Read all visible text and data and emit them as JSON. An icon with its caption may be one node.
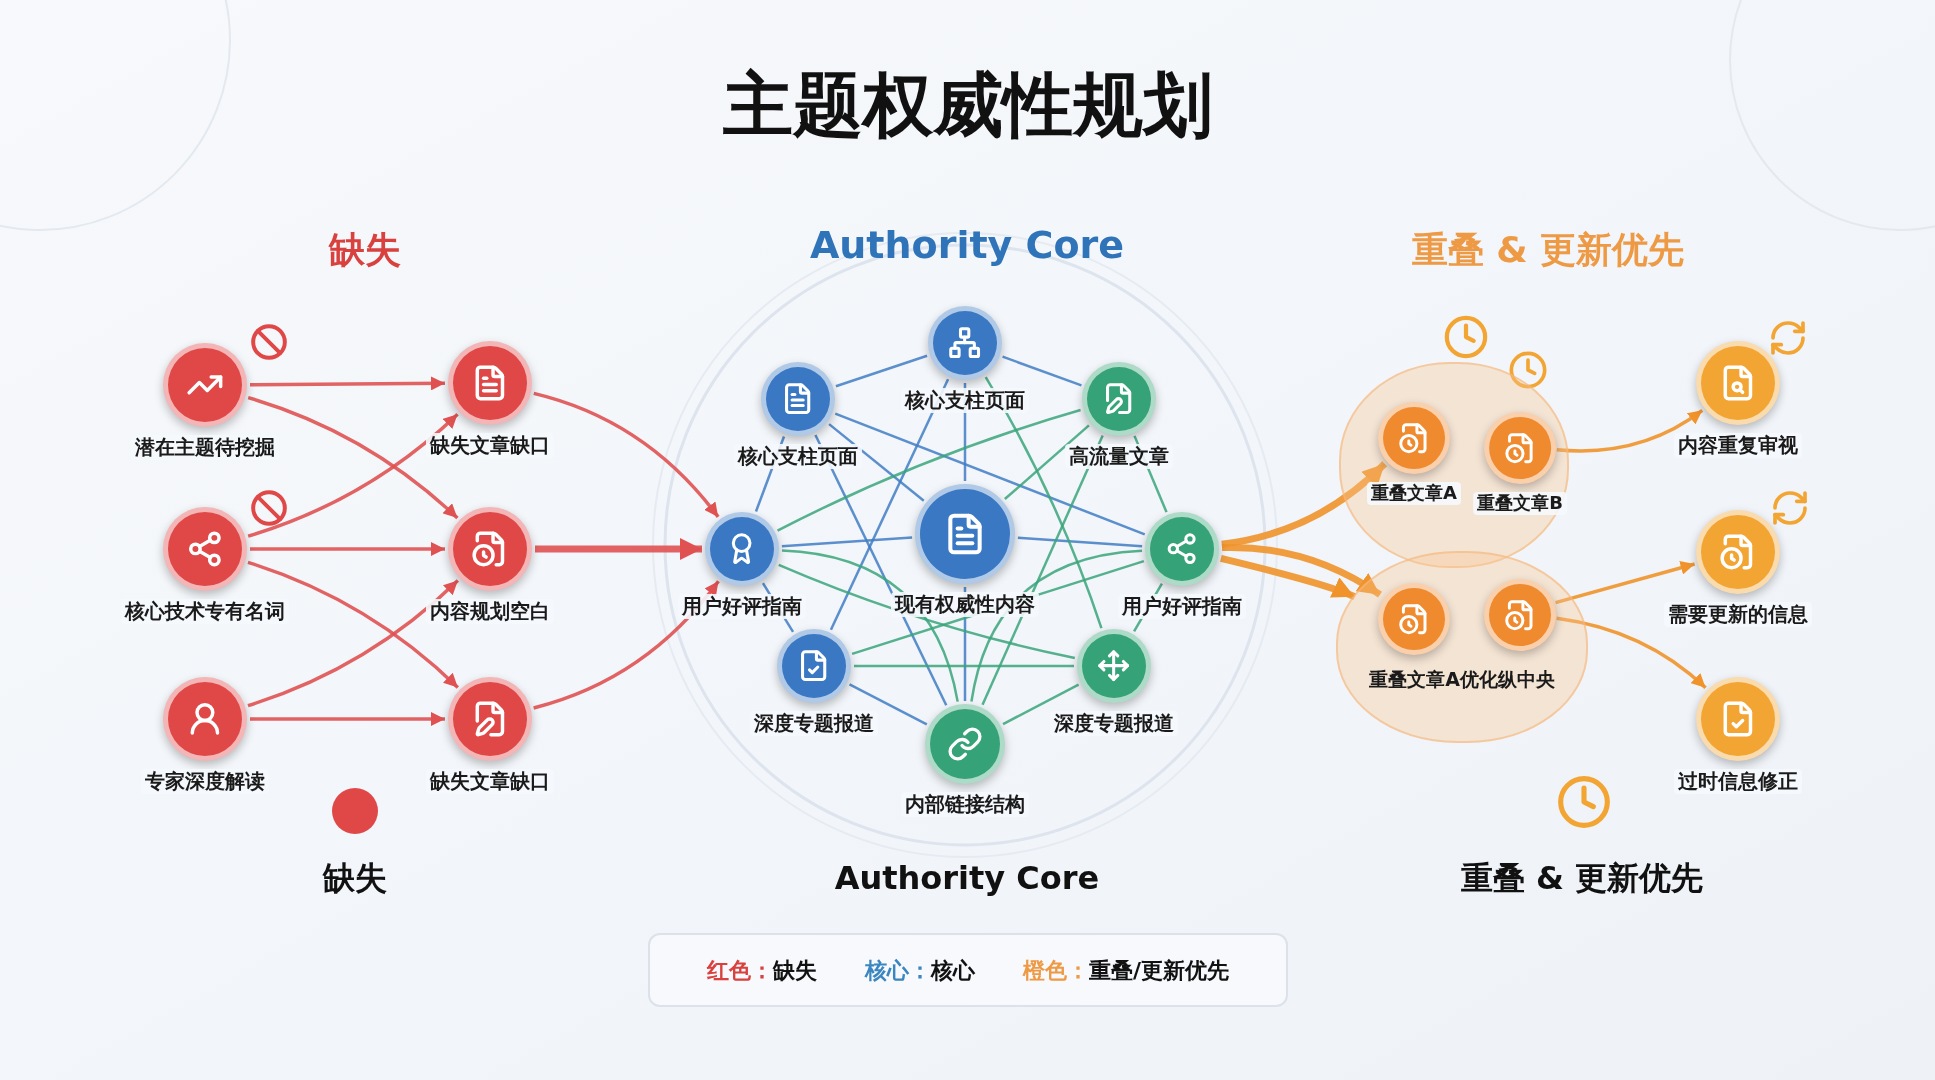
{
  "diagram": {
    "title": "主题权威性规划",
    "nodes": [
      {
        "text": [
          "潜在主题待挖掘"
        ]
      },
      {
        "text": [
          "核心技术专有名词"
        ]
      },
      {
        "text": [
          "专家深度解读"
        ]
      },
      {
        "text": [
          "缺失文章缺口"
        ]
      },
      {
        "text": [
          "内容规划空白"
        ]
      },
      {
        "text": [
          "缺失文章缺口"
        ]
      },
      {
        "text": [
          "核心支柱页面"
        ]
      },
      {
        "text": [
          "核心支柱页面"
        ]
      },
      {
        "text": [
          "高流量文章"
        ]
      },
      {
        "text": [
          "用户好评指南"
        ]
      },
      {
        "text": [
          "现有权威性内容"
        ]
      },
      {
        "text": [
          "用户好评指南"
        ]
      },
      {
        "text": [
          "深度专题报道"
        ]
      },
      {
        "text": [
          "深度专题报道"
        ]
      },
      {
        "text": [
          "内部链接结构"
        ]
      },
      {
        "text": [],
        "shape": "cloud"
      },
      {
        "text": [
          "重叠文章A"
        ],
        "in": 15
      },
      {
        "text": [
          "重叠文章B"
        ],
        "in": 15
      },
      {
        "text": [
          "重叠文章A优化纵中央"
        ]
      },
      {
        "text": [],
        "shape": "circle",
        "in": 18
      },
      {
        "text": [],
        "shape": "circle",
        "in": 18
      },
      {
        "text": [
          "内容重复审视"
        ]
      },
      {
        "text": [
          "需要更新的信息"
        ]
      },
      {
        "text": [
          "过时信息修正"
        ]
      }
    ],
    "edges": [
      {
        "from": 0,
        "to": 3,
        "arrow": "to",
        "color": "#e05252"
      },
      {
        "from": 0,
        "to": 4,
        "arrow": "to",
        "color": "#e05252"
      },
      {
        "from": 1,
        "to": 3,
        "arrow": "to",
        "color": "#e05252"
      },
      {
        "from": 1,
        "to": 4,
        "arrow": "to",
        "color": "#e05252"
      },
      {
        "from": 1,
        "to": 5,
        "arrow": "to",
        "color": "#e05252"
      },
      {
        "from": 2,
        "to": 4,
        "arrow": "to",
        "color": "#e05252"
      },
      {
        "from": 2,
        "to": 5,
        "arrow": "to",
        "color": "#e05252"
      },
      {
        "from": 3,
        "to": 9,
        "arrow": "to",
        "color": "#e05252"
      },
      {
        "from": 4,
        "to": 9,
        "arrow": "to",
        "color": "#e05252",
        "style": "thick"
      },
      {
        "from": 5,
        "to": 9,
        "arrow": "to",
        "color": "#e05252"
      },
      {
        "from": 6,
        "to": 7,
        "arrow": "none"
      },
      {
        "from": 6,
        "to": 8,
        "arrow": "none"
      },
      {
        "from": 6,
        "to": 10,
        "arrow": "none"
      },
      {
        "from": 7,
        "to": 10,
        "arrow": "none"
      },
      {
        "from": 7,
        "to": 9,
        "arrow": "none"
      },
      {
        "from": 7,
        "to": 11,
        "arrow": "none"
      },
      {
        "from": 9,
        "to": 10,
        "arrow": "none"
      },
      {
        "from": 10,
        "to": 11,
        "arrow": "none"
      },
      {
        "from": 6,
        "to": 12,
        "arrow": "none"
      },
      {
        "from": 9,
        "to": 12,
        "arrow": "none"
      },
      {
        "from": 12,
        "to": 14,
        "arrow": "none"
      },
      {
        "from": 10,
        "to": 14,
        "arrow": "none"
      },
      {
        "from": 7,
        "to": 14,
        "arrow": "none"
      },
      {
        "from": 8,
        "to": 10,
        "arrow": "none",
        "color": "#3aa57a"
      },
      {
        "from": 9,
        "to": 8,
        "arrow": "none",
        "color": "#3aa57a"
      },
      {
        "from": 14,
        "to": 8,
        "arrow": "none",
        "color": "#3aa57a"
      },
      {
        "from": 8,
        "to": 11,
        "arrow": "none",
        "color": "#3aa57a"
      },
      {
        "from": 11,
        "to": 13,
        "arrow": "none",
        "color": "#3aa57a"
      },
      {
        "from": 12,
        "to": 13,
        "arrow": "none",
        "color": "#3aa57a"
      },
      {
        "from": 13,
        "to": 14,
        "arrow": "none",
        "color": "#3aa57a"
      },
      {
        "from": 6,
        "to": 13,
        "arrow": "none",
        "color": "#3aa57a"
      },
      {
        "from": 9,
        "to": 13,
        "arrow": "none",
        "color": "#3aa57a"
      },
      {
        "from": 11,
        "to": 12,
        "arrow": "none",
        "color": "#3aa57a"
      },
      {
        "from": 9,
        "to": 14,
        "arrow": "none",
        "color": "#3aa57a"
      },
      {
        "from": 11,
        "to": 14,
        "arrow": "none",
        "color": "#3aa57a"
      },
      {
        "from": 11,
        "to": 16,
        "arrow": "to",
        "color": "#f0932b",
        "style": "thick"
      },
      {
        "from": 11,
        "to": 18,
        "arrow": "to",
        "color": "#f0932b",
        "style": "thick"
      },
      {
        "from": 11,
        "to": 19,
        "arrow": "to",
        "color": "#f0932b",
        "style": "thick"
      },
      {
        "from": 17,
        "to": 21,
        "arrow": "to",
        "color": "#f0932b"
      },
      {
        "from": 20,
        "to": 22,
        "arrow": "to",
        "color": "#f0932b"
      },
      {
        "from": 20,
        "to": 23,
        "arrow": "to",
        "color": "#f0932b"
      }
    ],
    "labels": [
      "缺失",
      "Authority Core",
      "重叠 & 更新优先",
      "缺失",
      "Authority Core",
      "重叠 & 更新优先"
    ],
    "legend": [
      {
        "text": "红色：缺失",
        "color": "#d9413f"
      },
      {
        "text": "核心：核心",
        "color": "#3a86c0"
      },
      {
        "text": "橙色：重叠/更新优先",
        "color": "#ee9a45"
      }
    ]
  }
}
